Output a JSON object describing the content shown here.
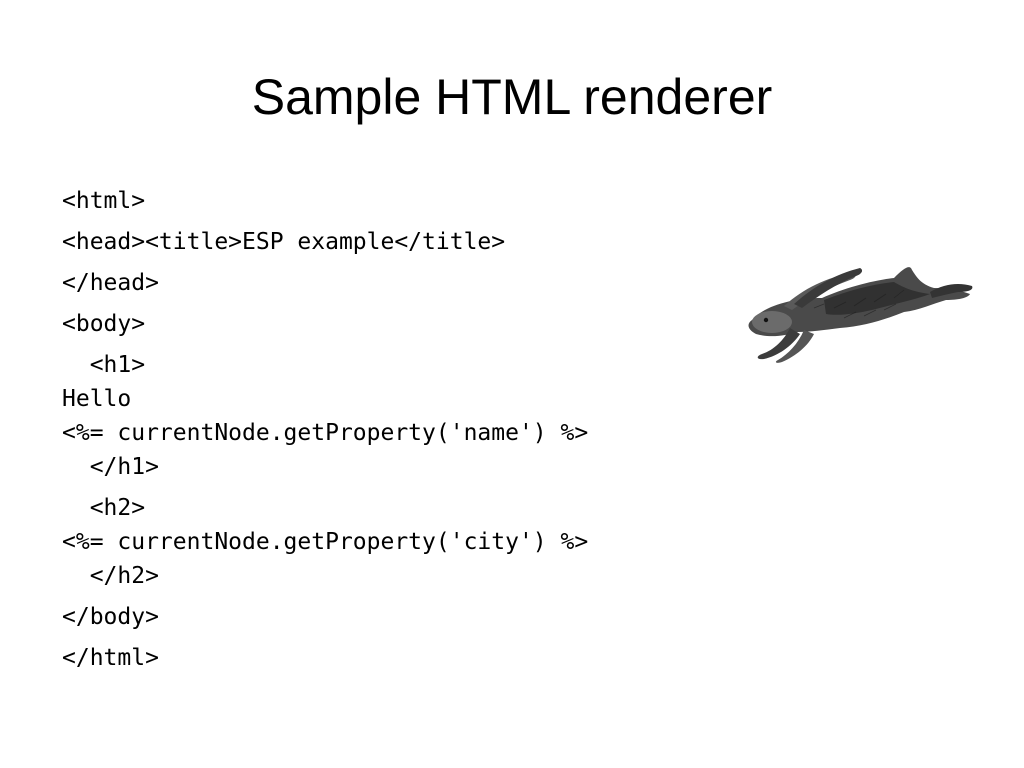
{
  "slide": {
    "title": "Sample HTML renderer",
    "code_paragraphs": [
      "<html>",
      "<head><title>ESP example</title>",
      "</head>",
      "<body>",
      "  <h1>\nHello\n<%= currentNode.getProperty('name') %>\n  </h1>",
      "  <h2>\n<%= currentNode.getProperty('city') %>\n  </h2>",
      "</body>",
      "</html>"
    ],
    "image": {
      "icon": "leaping-rabbit-illustration"
    }
  }
}
